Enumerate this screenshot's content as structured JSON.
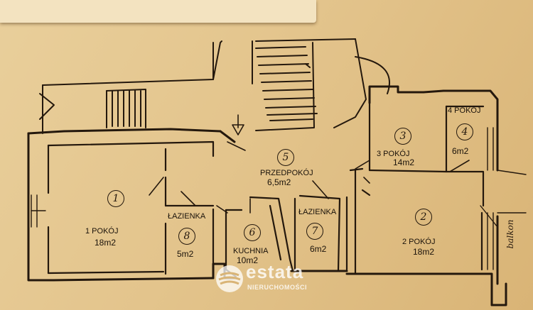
{
  "rooms": [
    {
      "id": "1",
      "name": "1 POKÓJ",
      "area": "18m2"
    },
    {
      "id": "2",
      "name": "2 POKÓJ",
      "area": "18m2"
    },
    {
      "id": "3",
      "name": "3 POKÓJ",
      "area": "14m2"
    },
    {
      "id": "4",
      "name": "4 POKÓJ",
      "area": "6m2"
    },
    {
      "id": "5",
      "name": "PRZEDPOKÓJ",
      "area": "6,5m2"
    },
    {
      "id": "6",
      "name": "KUCHNIA",
      "area": "10m2"
    },
    {
      "id": "7",
      "name": "ŁAZIENKA",
      "area": "6m2"
    },
    {
      "id": "8",
      "name": "ŁAZIENKA",
      "area": "5m2"
    }
  ],
  "balcony_label": "balkon",
  "watermark": {
    "brand": "estata",
    "subtitle": "NIERUCHOMOŚCI"
  },
  "colors": {
    "paper": "#e3c48c",
    "ink": "#24180d",
    "background": "#3a2413"
  }
}
